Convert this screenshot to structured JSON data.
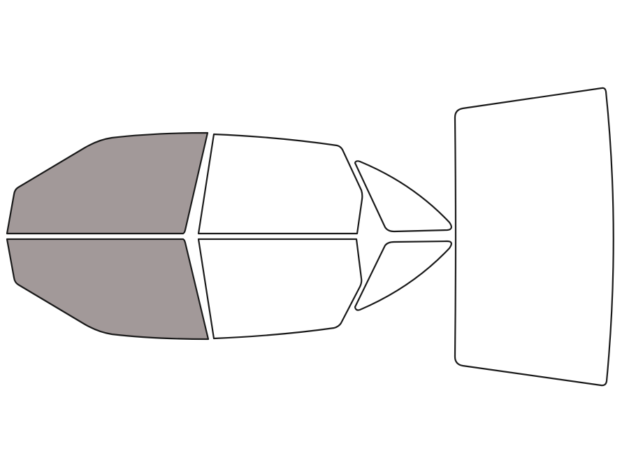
{
  "colors": {
    "background": "#ffffff",
    "outline": "#1a1a1a",
    "tinted": "#a29999",
    "untinted": "#ffffff"
  },
  "windows": [
    {
      "id": "front-door-window-top",
      "tinted": true
    },
    {
      "id": "front-door-window-bottom",
      "tinted": true
    },
    {
      "id": "rear-door-window-top",
      "tinted": false
    },
    {
      "id": "rear-door-window-bottom",
      "tinted": false
    },
    {
      "id": "quarter-window-top",
      "tinted": false
    },
    {
      "id": "quarter-window-bottom",
      "tinted": false
    },
    {
      "id": "rear-windshield",
      "tinted": false
    }
  ]
}
